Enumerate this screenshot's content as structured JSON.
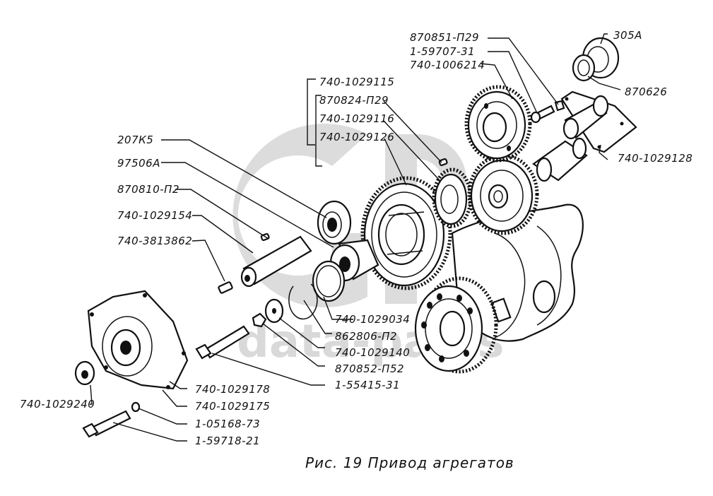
{
  "watermark": {
    "logo": "GP",
    "text": "data-parts",
    "color": "#d9d9d9"
  },
  "caption": "Рис. 19  Привод агрегатов",
  "labels": {
    "p870851_P29": "870851-П29",
    "p1_59707_31": "1-59707-31",
    "p740_1006214": "740-1006214",
    "p305A": "305А",
    "p870626": "870626",
    "p740_1029128": "740-1029128",
    "p740_1029115": "740-1029115",
    "p870824_P29": "870824-П29",
    "p740_1029116": "740-1029116",
    "p740_1029126": "740-1029126",
    "p207K5": "207К5",
    "p97506A": "97506А",
    "p870810_P2": "870810-П2",
    "p740_1029154": "740-1029154",
    "p740_3813862": "740-3813862",
    "p740_1029034": "740-1029034",
    "p862806_P2": "862806-П2",
    "p740_1029140": "740-1029140",
    "p870852_P52": "870852-П52",
    "p1_55415_31": "1-55415-31",
    "p740_1029178": "740-1029178",
    "p740_1029175": "740-1029175",
    "p1_05168_73": "1-05168-73",
    "p1_59718_21": "1-59718-21",
    "p740_1029240": "740-1029240"
  }
}
